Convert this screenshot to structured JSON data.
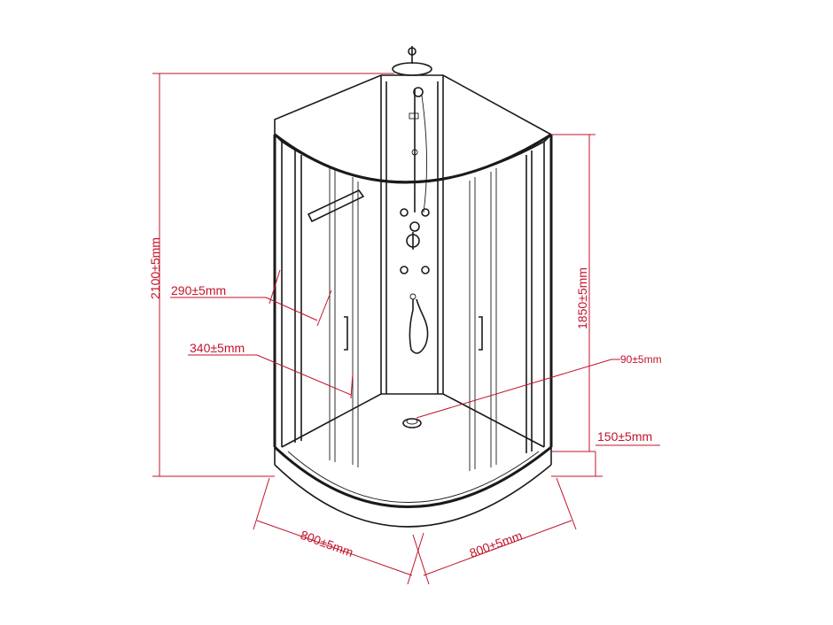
{
  "dimensions": {
    "total_height": "2100±5mm",
    "glass_height": "1850±5mm",
    "door_width_upper": "290±5mm",
    "door_width_lower": "340±5mm",
    "drain": "90±5mm",
    "tray_height": "150±5mm",
    "width_left": "800±5mm",
    "width_right": "800±5mm"
  },
  "colors": {
    "dimension": "#c0142b",
    "line": "#1a1a1a"
  }
}
